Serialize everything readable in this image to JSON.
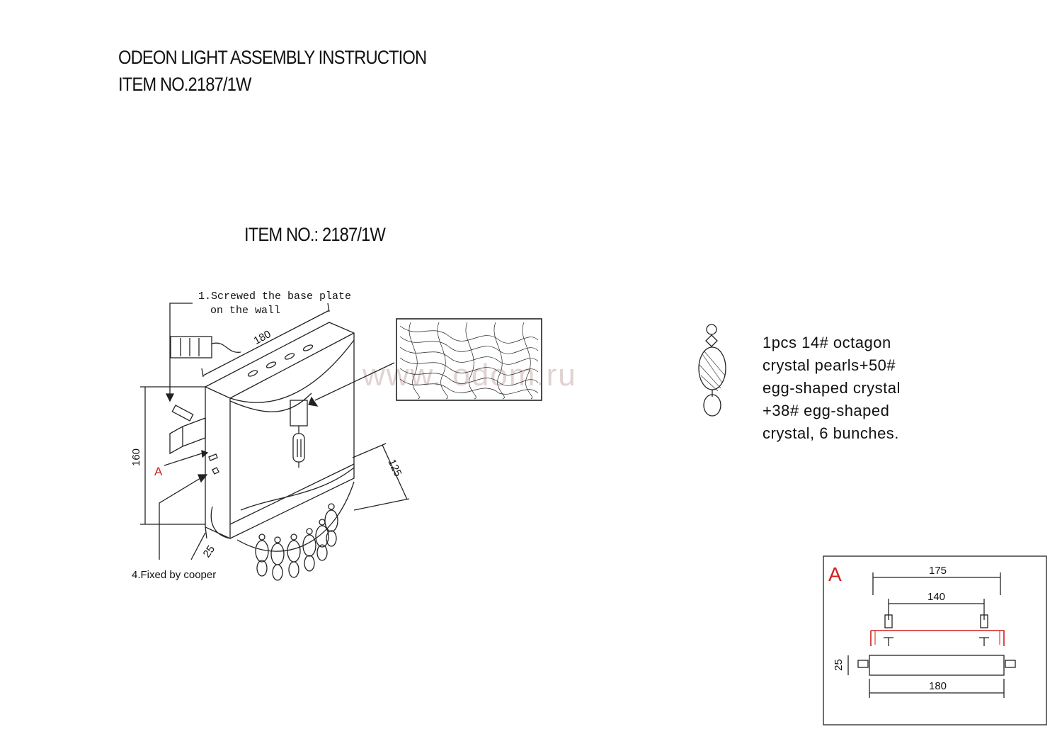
{
  "header": {
    "line1": "ODEON LIGHT ASSEMBLY INSTRUCTION",
    "line2": "ITEM NO.2187/1W"
  },
  "item_title": "ITEM NO.: 2187/1W",
  "watermark": "www.         odom.ru",
  "main_drawing": {
    "note_step1_line1": "1.Screwed the base plate",
    "note_step1_line2": "on the wall",
    "note_step4": "4.Fixed by cooper",
    "label_a": "A",
    "dim_width": "180",
    "dim_height": "160",
    "dim_depth": "25",
    "dim_lower": "125"
  },
  "crystal_note": {
    "lines": [
      "1pcs 14# octagon",
      "crystal pearls+50#",
      "egg-shaped crystal",
      "+38# egg-shaped",
      "crystal, 6 bunches."
    ]
  },
  "detail_a": {
    "label": "A",
    "dim_top": "175",
    "dim_mid": "140",
    "dim_side": "25",
    "dim_bottom": "180"
  },
  "colors": {
    "accent_red": "#d0201e",
    "line": "#222222"
  }
}
